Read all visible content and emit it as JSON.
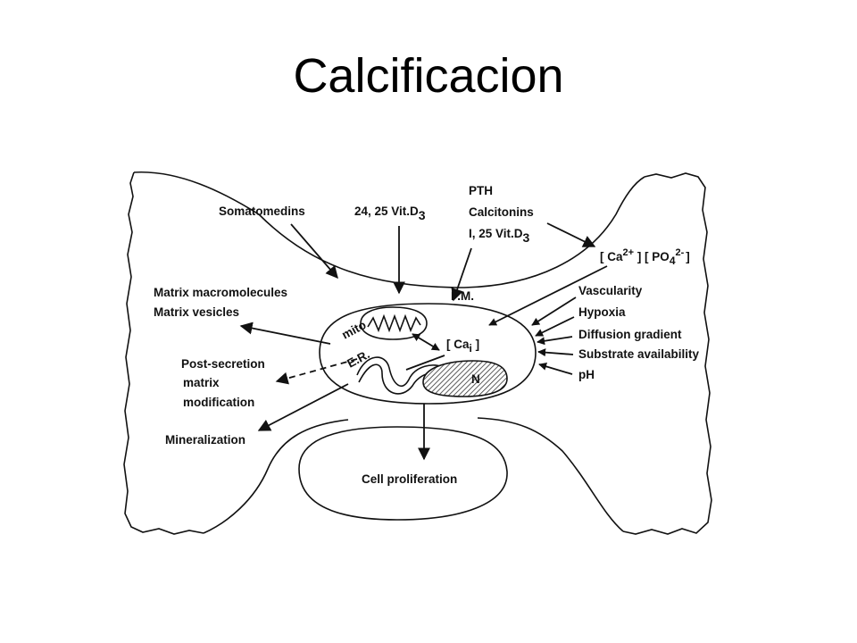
{
  "title": "Calcificacion",
  "diagram": {
    "top_inputs": {
      "somatomedins": "Somatomedins",
      "vitd_24_25_prefix": "24, 25 Vit.D",
      "vitd_24_25_sub": "3",
      "pth": "PTH",
      "calcitonins": "Calcitonins",
      "vitd_1_25_prefix": "I, 25 Vit.D",
      "vitd_1_25_sub": "3"
    },
    "ions": {
      "ca_open": "[ Ca",
      "ca_sup": "2+",
      "po_open": " ] [ PO",
      "po_sub": "4",
      "po_sup": "2-",
      "po_close": "]"
    },
    "right_factors": [
      "Vascularity",
      "Hypoxia",
      "Diffusion gradient",
      "Substrate availability",
      "pH"
    ],
    "cell_labels": {
      "pm": "P.M.",
      "mito": "mito",
      "er": "E.R.",
      "cai_open": "[ Ca",
      "cai_sub": "i",
      "cai_close": " ]",
      "nucleus": "N"
    },
    "outputs": {
      "matrix_macro": "Matrix macromolecules",
      "matrix_vesicles": "Matrix vesicles",
      "post_secretion": "Post-secretion",
      "matrix": "matrix",
      "modification": "modification",
      "mineralization": "Mineralization",
      "proliferation": "Cell proliferation"
    }
  }
}
